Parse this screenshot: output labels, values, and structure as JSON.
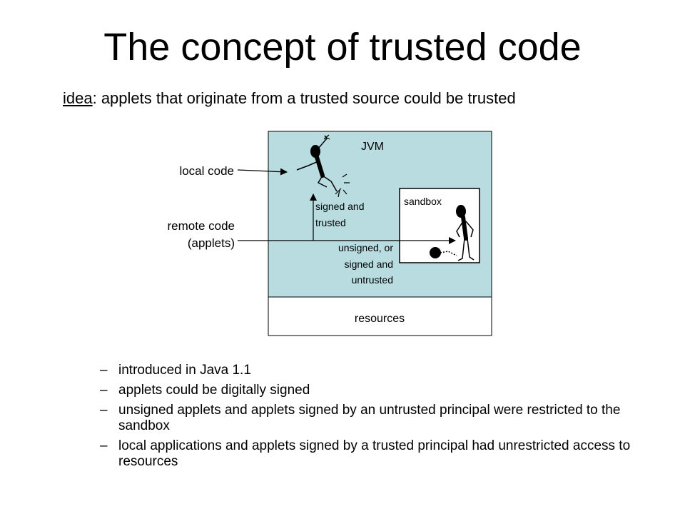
{
  "title": "The concept of trusted code",
  "subtitle": {
    "keyword": "idea",
    "rest": ": applets that originate from a trusted source could be trusted"
  },
  "diagram": {
    "jvm_label": "JVM",
    "sandbox_label": "sandbox",
    "resources_label": "resources",
    "local_code_label": "local code",
    "remote_code_label_line1": "remote code",
    "remote_code_label_line2": "(applets)",
    "signed_trusted_line1": "signed and",
    "signed_trusted_line2": "trusted",
    "unsigned_line1": "unsigned, or",
    "unsigned_line2": "signed and",
    "unsigned_line3": "untrusted",
    "colors": {
      "jvm_fill": "#b8dce0",
      "sandbox_fill": "#ffffff",
      "stroke": "#000000"
    }
  },
  "bullets": [
    {
      "marker": "–",
      "text": "introduced in Java 1.1"
    },
    {
      "marker": "–",
      "text": "applets could be digitally signed"
    },
    {
      "marker": "–",
      "text": "unsigned applets and applets signed by an untrusted principal were restricted to the sandbox"
    },
    {
      "marker": "–",
      "text": "local applications and applets signed by a trusted principal had unrestricted access to resources"
    }
  ]
}
